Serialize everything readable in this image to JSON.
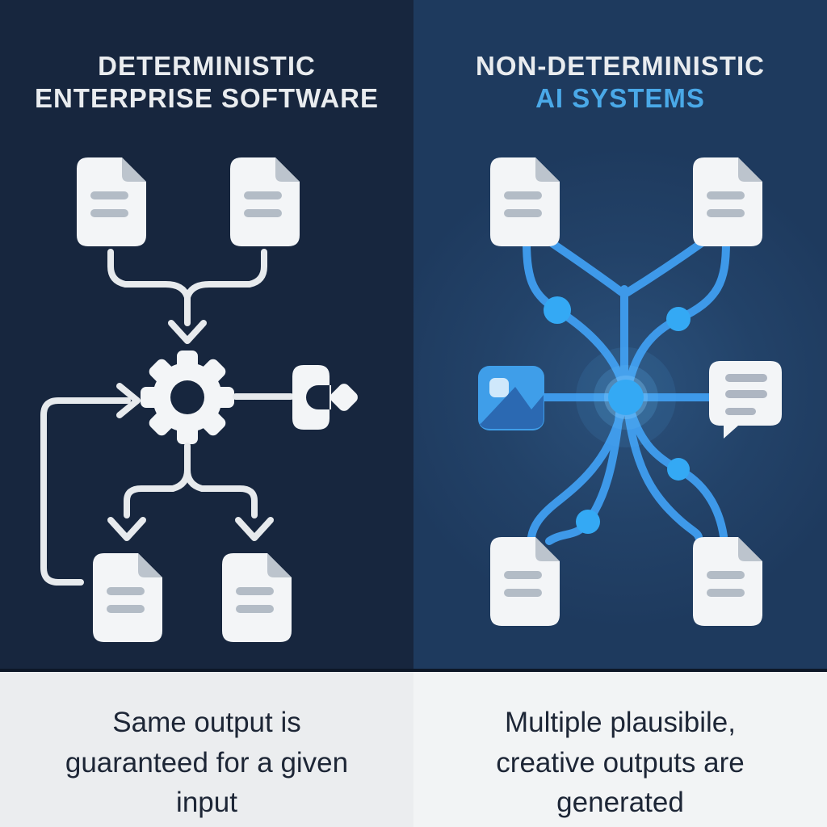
{
  "colors": {
    "left_bg": "#17263e",
    "right_bg": "#1e3a5e",
    "caption_bg_left": "#ebedef",
    "caption_bg_right": "#f2f4f5",
    "title_text": "#e9ecef",
    "ai_highlight": "#4aa9e8",
    "icon_white": "#f3f5f7",
    "line_white": "#e7eaed",
    "line_blue": "#3e99e9",
    "node_blue": "#34a9f4",
    "caption_text": "#1d2636",
    "doc_fold": "#bcc4cd",
    "doc_line": "#b3bcc6",
    "divider": "#0d1727",
    "image_icon_blue": "#3f9ee9",
    "image_icon_dark": "#2b69b2"
  },
  "left_panel": {
    "title_lines": [
      "DETERMINISTIC",
      "ENTERPRISE SOFTWARE"
    ],
    "caption_lines": [
      "Same output is",
      "guaranteed for a given",
      "input"
    ],
    "icons": [
      "document-icon",
      "document-icon",
      "merge-arrow-icon",
      "gear-icon",
      "feedback-loop-arrow-icon",
      "clamp-diamond-icon",
      "split-arrow-icon",
      "document-icon",
      "document-icon"
    ]
  },
  "right_panel": {
    "title_lines": [
      "NON-DETERMINISTIC",
      "AI SYSTEMS"
    ],
    "caption_lines": [
      "Multiple plausibile,",
      "creative outputs are",
      "generated"
    ],
    "icons": [
      "document-icon",
      "document-icon",
      "image-icon",
      "network-node-icon",
      "chat-bubble-icon",
      "connector-dot-icon",
      "connector-dot-icon",
      "connector-dot-icon",
      "connector-dot-icon",
      "document-icon",
      "document-icon"
    ]
  }
}
